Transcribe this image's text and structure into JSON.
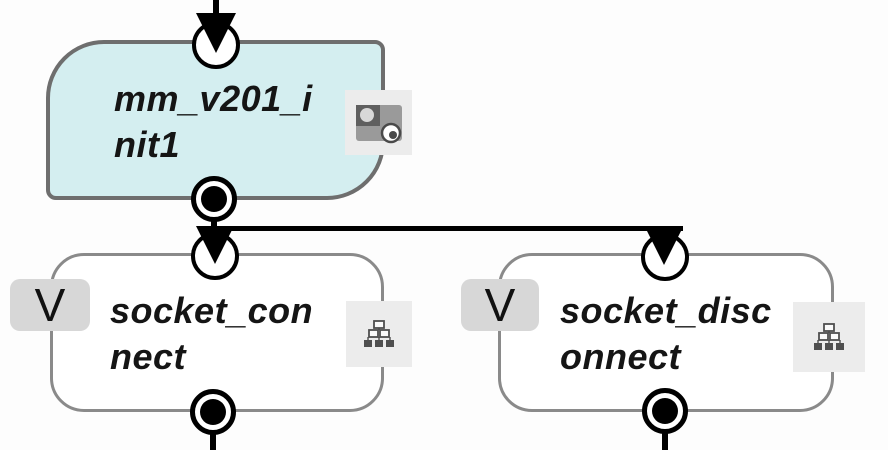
{
  "diagram": {
    "type": "workflow-flowchart",
    "colors": {
      "init_node_fill": "#d4eef0",
      "task_node_fill": "#ffffff",
      "init_node_border": "#6e6e6e",
      "task_node_border": "#8a8a8a",
      "badge_fill": "#d7d7d7",
      "icon_box_fill": "#ececec",
      "icon_glyph": "#4f4f4f",
      "connector_line": "#000000",
      "label_text": "#151515"
    },
    "nodes": [
      {
        "id": "mm_v201_init1",
        "label": "mm_v201_init1",
        "label_lines": [
          "mm_v201_i",
          "nit1"
        ],
        "shape": "init-rounded",
        "icon": "snapshot-icon",
        "input_port": "arrow-circle",
        "output_port": "filled-bullseye"
      },
      {
        "id": "socket_connect",
        "label": "socket_connect",
        "label_lines": [
          "socket_con",
          "nect"
        ],
        "badge": "V",
        "shape": "rounded-rect",
        "icon": "sitemap-icon",
        "input_port": "arrow-circle",
        "output_port": "filled-bullseye"
      },
      {
        "id": "socket_disconnect",
        "label": "socket_disconnect",
        "label_lines": [
          "socket_disc",
          "onnect"
        ],
        "badge": "V",
        "shape": "rounded-rect",
        "icon": "sitemap-icon",
        "input_port": "arrow-circle",
        "output_port": "filled-bullseye"
      }
    ],
    "edges": [
      {
        "from": "offscreen-top",
        "to": "mm_v201_init1"
      },
      {
        "from": "mm_v201_init1",
        "to": "socket_connect"
      },
      {
        "from": "mm_v201_init1",
        "to": "socket_disconnect"
      },
      {
        "from": "socket_connect",
        "to": "offscreen-bottom"
      },
      {
        "from": "socket_disconnect",
        "to": "offscreen-bottom"
      }
    ]
  }
}
